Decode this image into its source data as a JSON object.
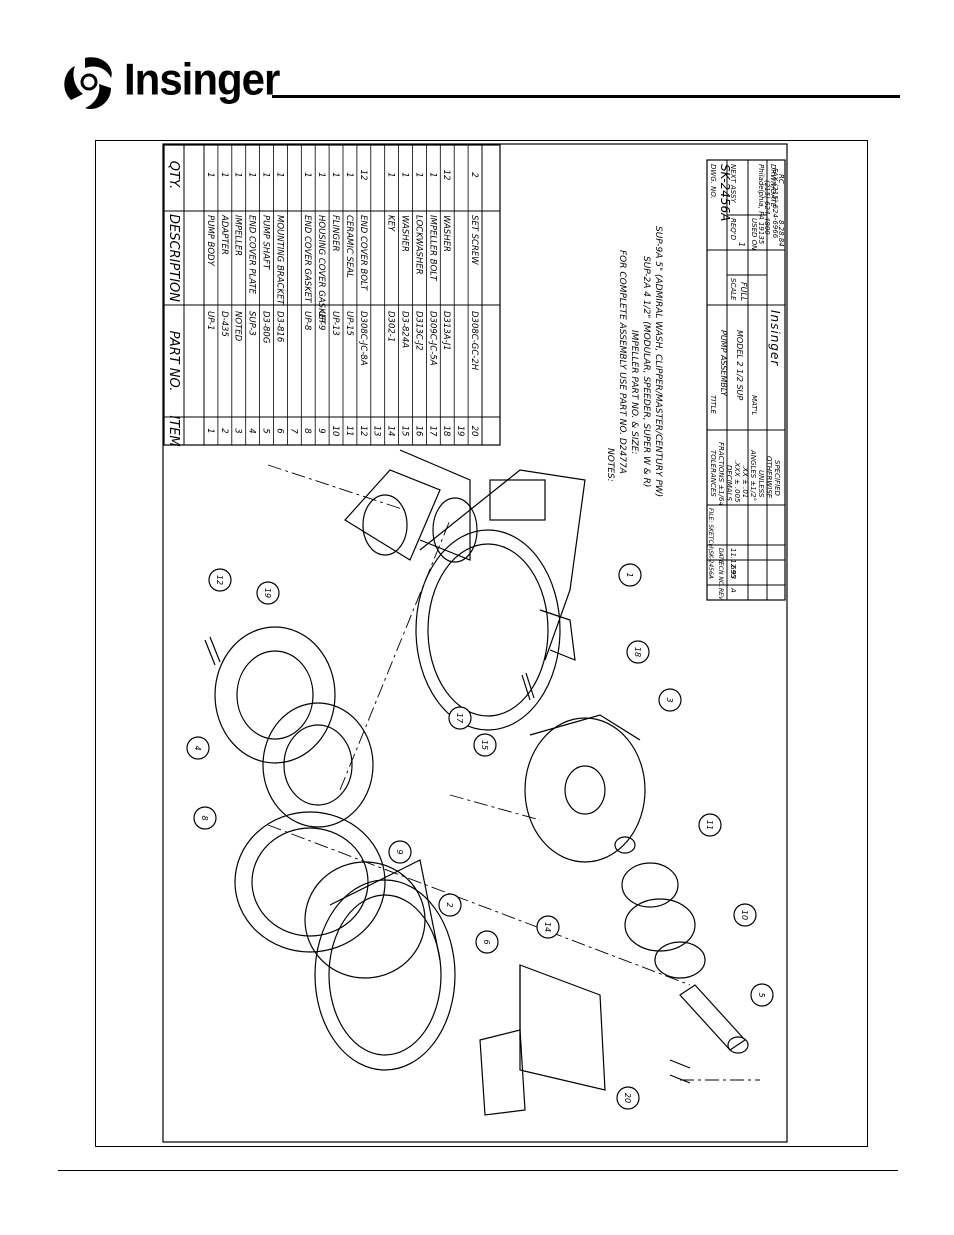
{
  "brand": {
    "name": "Insinger",
    "logo_icon": "insinger-swirl-logo"
  },
  "parts_table": {
    "headers": {
      "item": "ITEM",
      "part_no": "PART NO.",
      "description": "DESCRIPTION",
      "qty": "QTY."
    },
    "rows": [
      {
        "item": "1",
        "part_no": "UP-1",
        "description": "PUMP BODY",
        "qty": "1"
      },
      {
        "item": "2",
        "part_no": "D-435",
        "description": "ADAPTER",
        "qty": "1"
      },
      {
        "item": "3",
        "part_no": "NOTED",
        "description": "IMPELLER",
        "qty": "1"
      },
      {
        "item": "4",
        "part_no": "SUP-3",
        "description": "END COVER PLATE",
        "qty": "1"
      },
      {
        "item": "5",
        "part_no": "D3-80G",
        "description": "PUMP SHAFT",
        "qty": "1"
      },
      {
        "item": "6",
        "part_no": "D3-816",
        "description": "MOUNTING BRACKET",
        "qty": "1"
      },
      {
        "item": "7",
        "part_no": "",
        "description": "",
        "qty": ""
      },
      {
        "item": "8",
        "part_no": "UP-8",
        "description": "END COVER GASKET",
        "qty": "1"
      },
      {
        "item": "9",
        "part_no": "UP-9",
        "description": "HOUSING COVER GASKET",
        "qty": "1"
      },
      {
        "item": "10",
        "part_no": "UP-13",
        "description": "FLINGER",
        "qty": "1"
      },
      {
        "item": "11",
        "part_no": "UP-15",
        "description": "CERAMIC SEAL",
        "qty": "1"
      },
      {
        "item": "12",
        "part_no": "D308C-JC-8A",
        "description": "END COVER BOLT",
        "qty": "12"
      },
      {
        "item": "13",
        "part_no": "",
        "description": "",
        "qty": ""
      },
      {
        "item": "14",
        "part_no": "D302-1",
        "description": "KEY",
        "qty": "1"
      },
      {
        "item": "15",
        "part_no": "D3-824A",
        "description": "WASHER",
        "qty": "1"
      },
      {
        "item": "16",
        "part_no": "D313C-J2",
        "description": "LOCKWASHER",
        "qty": "1"
      },
      {
        "item": "17",
        "part_no": "D309C-JC-5A",
        "description": "IMPELLER BOLT",
        "qty": "1"
      },
      {
        "item": "18",
        "part_no": "D313A-J1",
        "description": "WASHER",
        "qty": "12"
      },
      {
        "item": "19",
        "part_no": "",
        "description": "",
        "qty": ""
      },
      {
        "item": "20",
        "part_no": "D308C-GC-2H",
        "description": "SET SCREW",
        "qty": "2"
      }
    ]
  },
  "notes": {
    "heading": "NOTES:",
    "lines": [
      "FOR COMPLETE ASSEMBLY USE PART NO. D2477A",
      "IMPELLER PART NO. & SIZE:",
      "SUP-2A  4 1/2\" (MODULAR, SPEEDER, SUPER W & R)",
      "SUP-9A  5\" (ADMIRAL WASH, CLIPPER/MASTER/CENTURY PW)"
    ]
  },
  "title_block": {
    "tolerances_label": "TOLERANCES",
    "fractions": "FRACTIONS ±1/64",
    "decimals": "DECIMALS",
    "xxx": ".XXX ± .005",
    "xx": ".XX ± .01",
    "angles": "ANGLES ±1/2°",
    "unless": "UNLESS",
    "otherwise": "OTHERWISE",
    "specified": "SPECIFIED",
    "rev_row": {
      "rev": "A",
      "ecn": "695",
      "date": "11.12.93"
    },
    "rev_headers": {
      "rev": "REV",
      "ecn": "ECN NO.",
      "date": "DATE"
    },
    "file": "FILE: SKETCH\\SK-2456A",
    "title_label": "TITLE",
    "title_line1": "PUMP ASSEMBLY",
    "title_line2": "MODEL 2 1/2 SUP",
    "matl_label": "MAT'L",
    "next_assy_label": "NEXT ASSY",
    "reqd_label": "REQ'D",
    "reqd_value": "1",
    "scale_label": "SCALE",
    "scale_value": "FULL",
    "used_on_label": "USED ON",
    "dwg_no_label": "DWG. NO.",
    "dwg_no": "SK-2456A",
    "drawn_label": "DRWN/DATE",
    "drawn_by": "RC",
    "drawn_date": "8.28.84",
    "company": "Insinger",
    "city": "Philadelphia, PA 19135",
    "phone": "(215) 624-4800",
    "fax": "FAX (215) 624-6966"
  },
  "callouts": [
    "1",
    "2",
    "3",
    "4",
    "5",
    "6",
    "8",
    "9",
    "10",
    "11",
    "12",
    "14",
    "15",
    "17",
    "18",
    "19",
    "20"
  ]
}
